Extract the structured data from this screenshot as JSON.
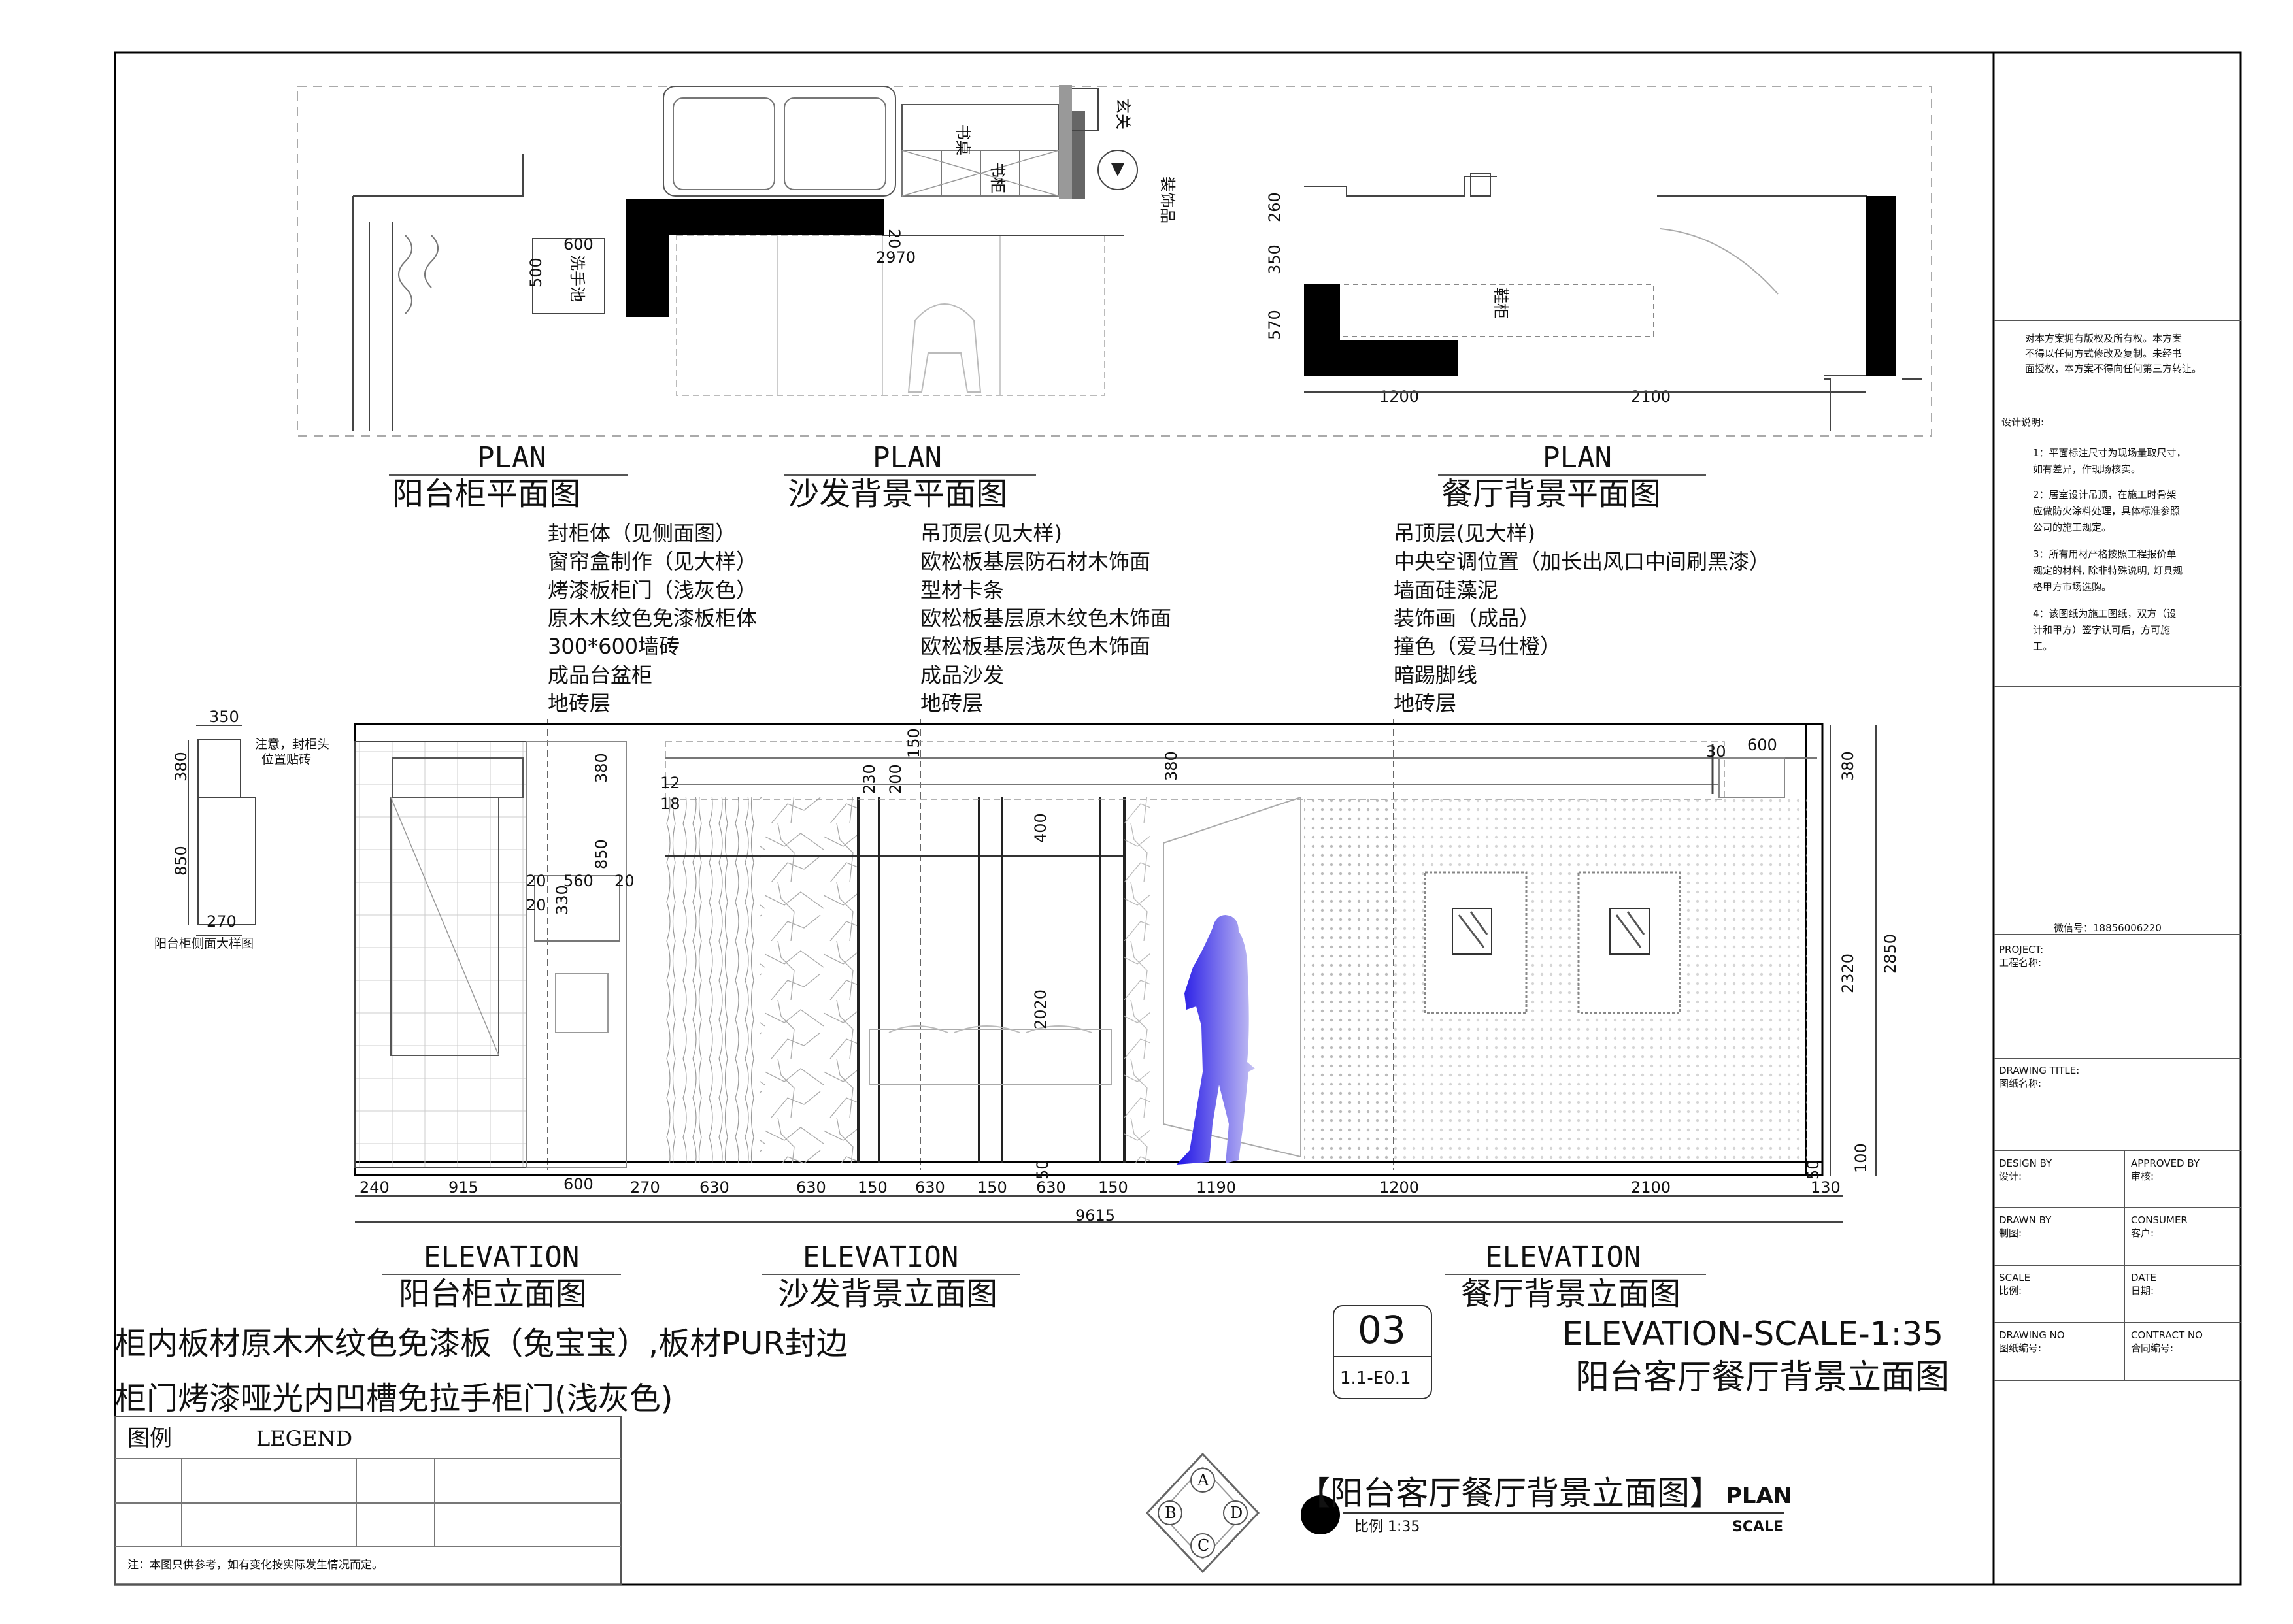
{
  "plans": {
    "balcony": {
      "en": "PLAN",
      "cn": "阳台柜平面图",
      "labels": {
        "sink": "洗手池"
      },
      "dims": [
        "600",
        "500"
      ]
    },
    "sofa": {
      "en": "PLAN",
      "cn": "沙发背景平面图",
      "labels": {
        "entry": "玄关",
        "desk": "书桌",
        "bookcase": "书柜",
        "deco": "装饰品"
      },
      "dims": [
        "20",
        "2970"
      ]
    },
    "dining": {
      "en": "PLAN",
      "cn": "餐厅背景平面图",
      "labels": {
        "shoe": "鞋柜"
      },
      "dims": [
        "260",
        "350",
        "570",
        "1200",
        "2100"
      ]
    }
  },
  "notes": {
    "balcony": [
      "封柜体（见侧面图）",
      "窗帘盒制作（见大样）",
      "烤漆板柜门（浅灰色）",
      "原木木纹色免漆板柜体",
      "300*600墙砖",
      "成品台盆柜",
      "地砖层"
    ],
    "sofa": [
      "吊顶层(见大样)",
      "欧松板基层防石材木饰面",
      "型材卡条",
      "欧松板基层原木纹色木饰面",
      "欧松板基层浅灰色木饰面",
      "成品沙发",
      "地砖层"
    ],
    "dining": [
      "吊顶层(见大样)",
      "中央空调位置（加长出风口中间刷黑漆）",
      "墙面硅藻泥",
      "装饰画（成品）",
      "撞色（爱马仕橙）",
      "暗踢脚线",
      "地砖层"
    ]
  },
  "side_detail": {
    "dims": [
      "350",
      "380",
      "850",
      "270"
    ],
    "note_line1": "注意，封柜头",
    "note_line2": "位置贴砖",
    "caption": "阳台柜侧面大样图"
  },
  "elevation": {
    "inner_dims": [
      "380",
      "850",
      "20",
      "560",
      "20",
      "20",
      "330",
      "12",
      "18",
      "230",
      "200",
      "150",
      "400",
      "2020",
      "380",
      "30",
      "600",
      "50",
      "50"
    ],
    "right_dims": [
      "380",
      "2320",
      "2850",
      "100"
    ],
    "bottom_dims": [
      "240",
      "915",
      "600",
      "270",
      "630",
      "630",
      "150",
      "630",
      "150",
      "630",
      "150",
      "1190",
      "1200",
      "2100",
      "130"
    ],
    "total": "9615"
  },
  "elevation_titles": {
    "balcony": {
      "en": "ELEVATION",
      "cn": "阳台柜立面图"
    },
    "sofa": {
      "en": "ELEVATION",
      "cn": "沙发背景立面图"
    },
    "dining": {
      "en": "ELEVATION",
      "cn": "餐厅背景立面图"
    }
  },
  "bottom_notes": {
    "line1": "柜内板材原木木纹色免漆板（兔宝宝）,板材PUR封边",
    "line2": "柜门烤漆哑光内凹槽免拉手柜门(浅灰色)"
  },
  "legend": {
    "cn": "图例",
    "en": "LEGEND",
    "note": "注：本图只供参考，如有变化按实际发生情况而定。"
  },
  "drawing_ref": {
    "number": "03",
    "code": "1.1-E0.1",
    "scale_title": "ELEVATION-SCALE-1:35",
    "title_cn": "阳台客厅餐厅背景立面图"
  },
  "compass": {
    "a": "A",
    "b": "B",
    "c": "C",
    "d": "D"
  },
  "plan_title": {
    "cn": "【阳台客厅餐厅背景立面图】",
    "en": "PLAN",
    "scale_cn": "比例 1:35",
    "scale_en": "SCALE"
  },
  "title_block": {
    "copyright": [
      "对本方案拥有版权及所有权。本方案",
      "不得以任何方式修改及复制。未经书",
      "面授权，本方案不得向任何第三方转让。"
    ],
    "design_heading": "设计说明:",
    "design_notes": [
      [
        "1：平面标注尺寸为现场量取尺寸，",
        "如有差异，作现场核实。"
      ],
      [
        "2：居室设计吊顶，在施工时骨架",
        "应做防火涂料处理，具体标准参照",
        "公司的施工规定。"
      ],
      [
        "3：所有用材严格按照工程报价单",
        "规定的材料, 除非特殊说明, 灯具规",
        "格甲方市场选购。"
      ],
      [
        "4：该图纸为施工图纸，双方（设",
        "计和甲方）签字认可后，方可施",
        "工。"
      ]
    ],
    "wechat": "微信号：18856006220",
    "project_en": "PROJECT:",
    "project_cn": "工程名称:",
    "drawing_title_en": "DRAWING TITLE:",
    "drawing_title_cn": "图纸名称:",
    "design_by_en": "DESIGN BY",
    "design_by_cn": "设计:",
    "approved_by_en": "APPROVED BY",
    "approved_by_cn": "审核:",
    "drawn_by_en": "DRAWN BY",
    "drawn_by_cn": "制图:",
    "consumer_en": "CONSUMER",
    "consumer_cn": "客户:",
    "scale_en": "SCALE",
    "scale_cn": "比例:",
    "date_en": "DATE",
    "date_cn": "日期:",
    "drawing_no_en": "DRAWING NO",
    "drawing_no_cn": "图纸编号:",
    "contract_no_en": "CONTRACT NO",
    "contract_no_cn": "合同编号:"
  },
  "colors": {
    "figure": "#3a2fe0",
    "ink": "#111111"
  }
}
